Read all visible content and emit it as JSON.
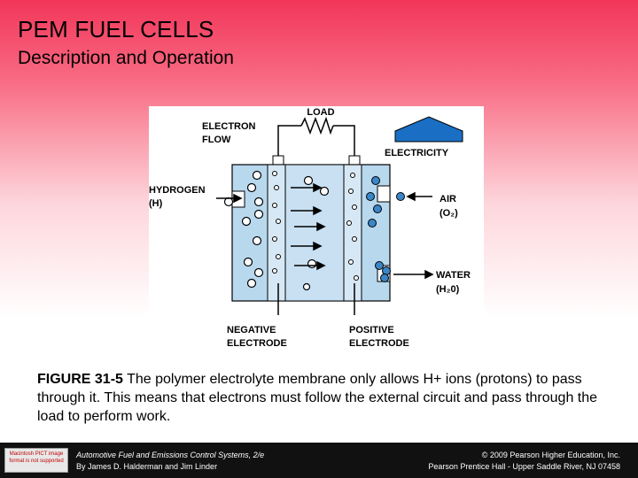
{
  "slide": {
    "title": "PEM FUEL CELLS",
    "subtitle": "Description and Operation"
  },
  "diagram": {
    "label_load": "LOAD",
    "label_electron_1": "ELECTRON",
    "label_electron_2": "FLOW",
    "label_electricity": "ELECTRICITY",
    "label_hydrogen_1": "HYDROGEN",
    "label_hydrogen_2": "(H)",
    "label_air_1": "AIR",
    "label_air_2": "(O₂)",
    "label_water_1": "WATER",
    "label_water_2": "(H₂0)",
    "label_neg_1": "NEGATIVE",
    "label_neg_2": "ELECTRODE",
    "label_pos_1": "POSITIVE",
    "label_pos_2": "ELECTRODE",
    "colors": {
      "cell_fill": "#b8d8ee",
      "house_fill": "#1a6fc4",
      "oxygen_dot": "#3a86c8"
    }
  },
  "caption": {
    "figure_number": "FIGURE 31-5",
    "text": " The polymer electrolyte membrane only allows H+ ions (protons) to pass through it. This means that electrons must follow the external circuit and pass through the load to perform work."
  },
  "footer": {
    "logo_text": "Macintosh PICT image format is not supported",
    "book_title": "Automotive Fuel and Emissions Control Systems, 2/e",
    "authors": "By James D. Halderman and Jim Linder",
    "copyright": "© 2009 Pearson Higher Education, Inc.",
    "publisher": "Pearson Prentice Hall - Upper Saddle River, NJ 07458"
  }
}
